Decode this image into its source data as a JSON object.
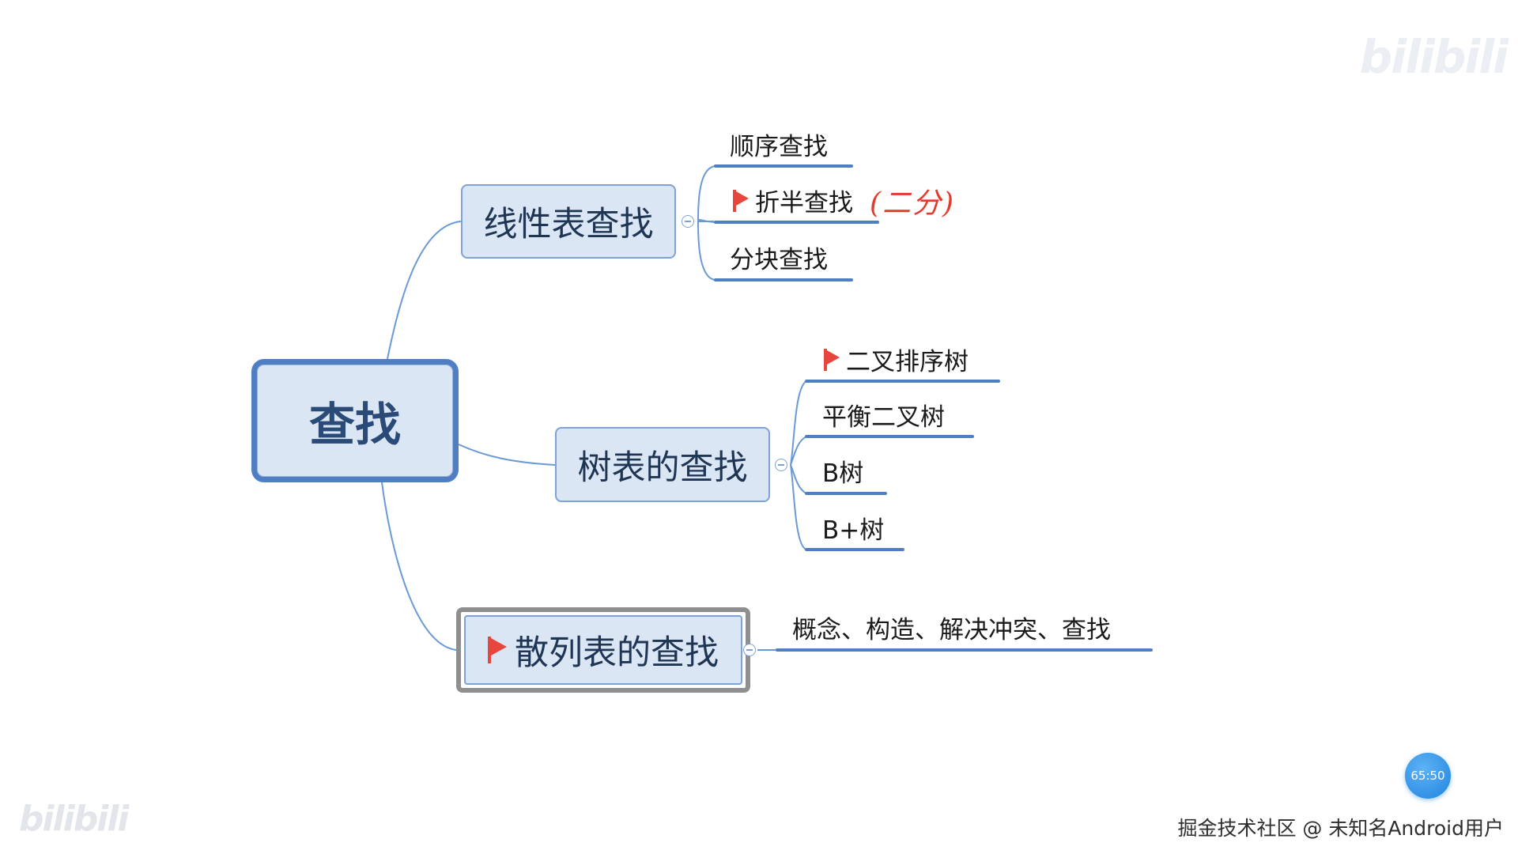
{
  "root": {
    "label": "查找"
  },
  "branches": [
    {
      "label": "线性表查找",
      "flagged": false,
      "leaves": [
        {
          "label": "顺序查找",
          "flagged": false
        },
        {
          "label": "折半查找",
          "flagged": true,
          "handwritten_note": "(二分)"
        },
        {
          "label": "分块查找",
          "flagged": false
        }
      ]
    },
    {
      "label": "树表的查找",
      "flagged": false,
      "leaves": [
        {
          "label": "二叉排序树",
          "flagged": true
        },
        {
          "label": "平衡二叉树",
          "flagged": false
        },
        {
          "label": "B树",
          "flagged": false
        },
        {
          "label": "B+树",
          "flagged": false
        }
      ]
    },
    {
      "label": "散列表的查找",
      "flagged": true,
      "selected": true,
      "leaves": [
        {
          "label": "概念、构造、解决冲突、查找",
          "flagged": false
        }
      ]
    }
  ],
  "overlays": {
    "watermark_top": "bilibili",
    "watermark_bottom": "bilibili",
    "timer": "65:50",
    "attribution": "掘金技术社区 @ 未知名Android用户"
  },
  "colors": {
    "node_fill": "#dbe6f5",
    "node_border": "#7ea2d2",
    "root_border": "#4f7fc2",
    "connector": "#5b8fd0",
    "flag": "#e8453c",
    "note": "#e23b2e",
    "selection_border": "#8f8f8f",
    "timer": "#1e83df"
  },
  "icons": [
    "flag-icon",
    "collapse-toggle-icon"
  ]
}
